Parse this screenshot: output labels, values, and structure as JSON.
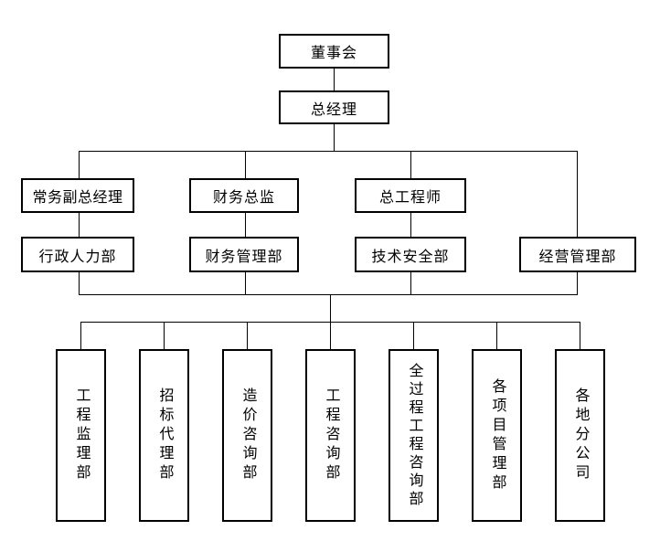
{
  "org_chart": {
    "type": "organization-chart",
    "background_color": "#ffffff",
    "line_color": "#000000",
    "box_border_color": "#000000",
    "text_color": "#000000",
    "board": {
      "label": "董事会"
    },
    "general_manager": {
      "label": "总经理"
    },
    "middle_managers": [
      {
        "label": "常务副总经理"
      },
      {
        "label": "财务总监"
      },
      {
        "label": "总工程师"
      }
    ],
    "functional_departments": [
      {
        "label": "行政人力部"
      },
      {
        "label": "财务管理部"
      },
      {
        "label": "技术安全部"
      },
      {
        "label": "经营管理部"
      }
    ],
    "business_departments": [
      {
        "label": "工程监理部"
      },
      {
        "label": "招标代理部"
      },
      {
        "label": "造价咨询部"
      },
      {
        "label": "工程咨询部"
      },
      {
        "label": "全过程工程咨询部"
      },
      {
        "label": "各项目管理部"
      },
      {
        "label": "各地分公司"
      }
    ]
  }
}
